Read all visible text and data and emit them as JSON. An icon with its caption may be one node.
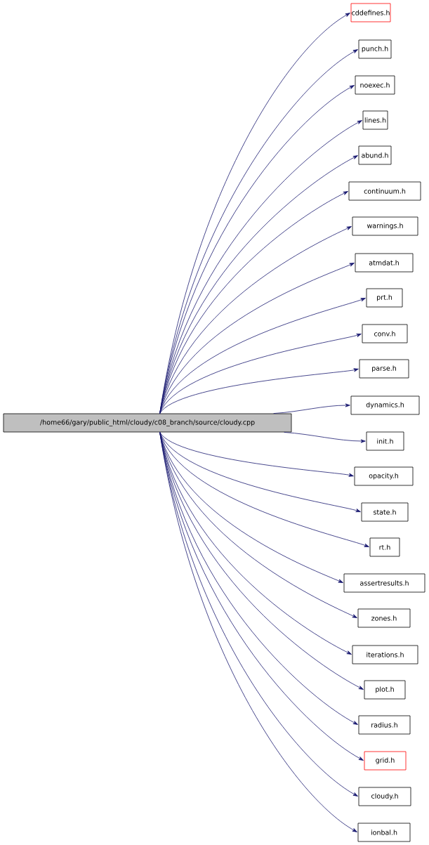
{
  "diagram": {
    "nodes": [
      {
        "text": [
          "/home66/gary/public_html/cloudy/c08_branch/source/cloudy.cpp"
        ]
      },
      {
        "text": [
          "cddefines.h"
        ]
      },
      {
        "text": [
          "punch.h"
        ]
      },
      {
        "text": [
          "noexec.h"
        ]
      },
      {
        "text": [
          "lines.h"
        ]
      },
      {
        "text": [
          "abund.h"
        ]
      },
      {
        "text": [
          "continuum.h"
        ]
      },
      {
        "text": [
          "warnings.h"
        ]
      },
      {
        "text": [
          "atmdat.h"
        ]
      },
      {
        "text": [
          "prt.h"
        ]
      },
      {
        "text": [
          "conv.h"
        ]
      },
      {
        "text": [
          "parse.h"
        ]
      },
      {
        "text": [
          "dynamics.h"
        ]
      },
      {
        "text": [
          "init.h"
        ]
      },
      {
        "text": [
          "opacity.h"
        ]
      },
      {
        "text": [
          "state.h"
        ]
      },
      {
        "text": [
          "rt.h"
        ]
      },
      {
        "text": [
          "assertresults.h"
        ]
      },
      {
        "text": [
          "zones.h"
        ]
      },
      {
        "text": [
          "iterations.h"
        ]
      },
      {
        "text": [
          "plot.h"
        ]
      },
      {
        "text": [
          "radius.h"
        ]
      },
      {
        "text": [
          "grid.h"
        ]
      },
      {
        "text": [
          "cloudy.h"
        ]
      },
      {
        "text": [
          "ionbal.h"
        ]
      }
    ],
    "edges": [
      {
        "from": 0,
        "to": 1,
        "arrow": "to"
      },
      {
        "from": 0,
        "to": 2,
        "arrow": "to"
      },
      {
        "from": 0,
        "to": 3,
        "arrow": "to"
      },
      {
        "from": 0,
        "to": 4,
        "arrow": "to"
      },
      {
        "from": 0,
        "to": 5,
        "arrow": "to"
      },
      {
        "from": 0,
        "to": 6,
        "arrow": "to"
      },
      {
        "from": 0,
        "to": 7,
        "arrow": "to"
      },
      {
        "from": 0,
        "to": 8,
        "arrow": "to"
      },
      {
        "from": 0,
        "to": 9,
        "arrow": "to"
      },
      {
        "from": 0,
        "to": 10,
        "arrow": "to"
      },
      {
        "from": 0,
        "to": 11,
        "arrow": "to"
      },
      {
        "from": 0,
        "to": 12,
        "arrow": "to"
      },
      {
        "from": 0,
        "to": 13,
        "arrow": "to"
      },
      {
        "from": 0,
        "to": 14,
        "arrow": "to"
      },
      {
        "from": 0,
        "to": 15,
        "arrow": "to"
      },
      {
        "from": 0,
        "to": 16,
        "arrow": "to"
      },
      {
        "from": 0,
        "to": 17,
        "arrow": "to"
      },
      {
        "from": 0,
        "to": 18,
        "arrow": "to"
      },
      {
        "from": 0,
        "to": 19,
        "arrow": "to"
      },
      {
        "from": 0,
        "to": 20,
        "arrow": "to"
      },
      {
        "from": 0,
        "to": 21,
        "arrow": "to"
      },
      {
        "from": 0,
        "to": 22,
        "arrow": "to"
      },
      {
        "from": 0,
        "to": 23,
        "arrow": "to"
      },
      {
        "from": 0,
        "to": 24,
        "arrow": "to"
      }
    ]
  }
}
